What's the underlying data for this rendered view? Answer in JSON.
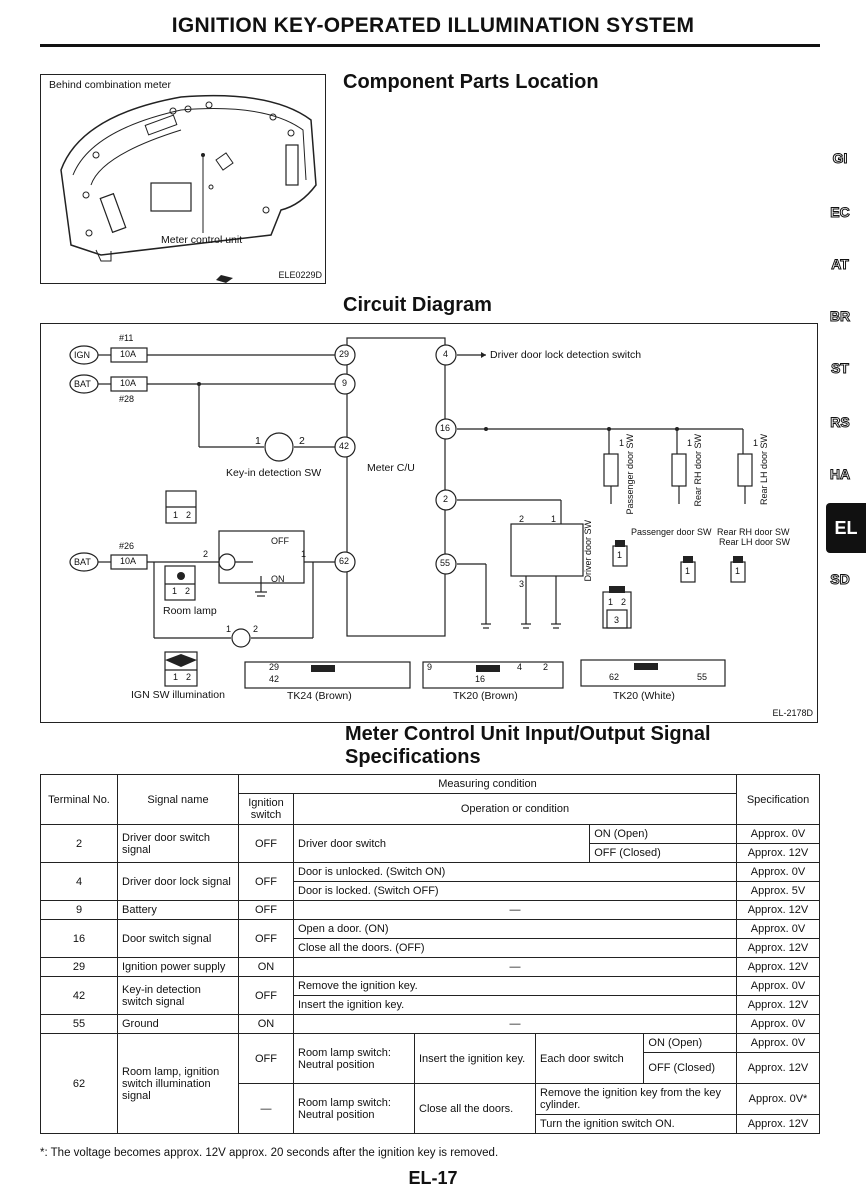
{
  "header": {
    "title": "IGNITION KEY-OPERATED ILLUMINATION SYSTEM"
  },
  "section_location": {
    "heading": "Component Parts Location",
    "figure_label": "Behind combination meter",
    "callout": "Meter control unit",
    "figure_code": "ELE0229D"
  },
  "section_circuit": {
    "heading": "Circuit Diagram",
    "fuse_11": "#11",
    "fuse_28": "#28",
    "fuse_26": "#26",
    "fuse_rating": "10A",
    "ign": "IGN",
    "bat": "BAT",
    "terminals": [
      "29",
      "9",
      "42",
      "62",
      "4",
      "16",
      "2",
      "55"
    ],
    "driver_lock_switch": "Driver door lock detection switch",
    "key_in_switch": "Key-in detection SW",
    "meter_cu": "Meter C/U",
    "room_lamp": "Room lamp",
    "off": "OFF",
    "on": "ON",
    "ign_sw_illum": "IGN SW illumination",
    "passenger_door_sw": "Passenger door SW",
    "rear_rh_door_sw": "Rear RH door SW",
    "rear_lh_door_sw": "Rear LH door SW",
    "driver_door_sw": "Driver door SW",
    "connector_tk24": "TK24 (Brown)",
    "connector_tk20b": "TK20 (Brown)",
    "connector_tk20w": "TK20 (White)",
    "figure_code": "EL-2178D",
    "n1": "1",
    "n2": "2",
    "n3": "3"
  },
  "section_table": {
    "heading_line1": "Meter Control Unit Input/Output Signal",
    "heading_line2": "Specifications",
    "col_terminal": "Terminal No.",
    "col_signal": "Signal name",
    "col_measuring": "Measuring condition",
    "col_ignition": "Ignition switch",
    "col_operation": "Operation or condition",
    "col_spec": "Specification",
    "rows": {
      "r2": {
        "term": "2",
        "signal": "Driver door switch signal",
        "ign": "OFF",
        "op": "Driver door switch",
        "a": "ON (Open)",
        "a_spec": "Approx. 0V",
        "b": "OFF (Closed)",
        "b_spec": "Approx. 12V"
      },
      "r4": {
        "term": "4",
        "signal": "Driver door lock signal",
        "ign": "OFF",
        "a": "Door is unlocked. (Switch ON)",
        "a_spec": "Approx. 0V",
        "b": "Door is locked. (Switch OFF)",
        "b_spec": "Approx. 5V"
      },
      "r9": {
        "term": "9",
        "signal": "Battery",
        "ign": "OFF",
        "op": "—",
        "spec": "Approx. 12V"
      },
      "r16": {
        "term": "16",
        "signal": "Door switch signal",
        "ign": "OFF",
        "a": "Open a door. (ON)",
        "a_spec": "Approx. 0V",
        "b": "Close all the doors. (OFF)",
        "b_spec": "Approx. 12V"
      },
      "r29": {
        "term": "29",
        "signal": "Ignition power supply",
        "ign": "ON",
        "op": "—",
        "spec": "Approx. 12V"
      },
      "r42": {
        "term": "42",
        "signal": "Key-in detection switch signal",
        "ign": "OFF",
        "a": "Remove the ignition key.",
        "a_spec": "Approx. 0V",
        "b": "Insert the ignition key.",
        "b_spec": "Approx. 12V"
      },
      "r55": {
        "term": "55",
        "signal": "Ground",
        "ign": "ON",
        "op": "—",
        "spec": "Approx. 0V"
      },
      "r62": {
        "term": "62",
        "signal": "Room lamp, ignition switch illumination signal",
        "ign_a": "OFF",
        "rl_a": "Room lamp switch: Neutral position",
        "cond_a": "Insert the ignition key.",
        "each_door": "Each door switch",
        "on_open": "ON (Open)",
        "on_open_spec": "Approx. 0V",
        "off_closed": "OFF (Closed)",
        "off_closed_spec": "Approx. 12V",
        "ign_b": "—",
        "rl_b": "Room lamp switch: Neutral position",
        "cond_b": "Close all the doors.",
        "remove_key": "Remove the ignition key from the key cylinder.",
        "remove_key_spec": "Approx. 0V*",
        "turn_on": "Turn the ignition switch ON.",
        "turn_on_spec": "Approx. 12V"
      }
    },
    "footnote": "*: The voltage becomes approx. 12V approx. 20 seconds after the ignition key is removed."
  },
  "side_tabs": [
    "GI",
    "EC",
    "AT",
    "BR",
    "ST",
    "RS",
    "HA",
    "EL",
    "SD"
  ],
  "page_number": "EL-17"
}
